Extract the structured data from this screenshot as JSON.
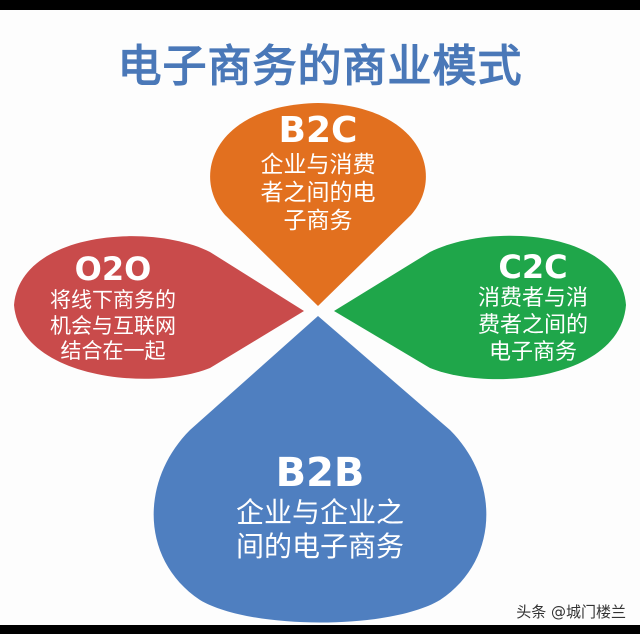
{
  "title": "电子商务的商业模式",
  "colors": {
    "title": "#4a78b8",
    "b2c": "#e2701f",
    "o2o": "#c94b4b",
    "c2c": "#1fa64a",
    "b2b": "#4f7fc0"
  },
  "models": {
    "b2c": {
      "code": "B2C",
      "line1": "企业与消费",
      "line2": "者之间的电",
      "line3": "子商务"
    },
    "o2o": {
      "code": "O2O",
      "line1": "将线下商务的",
      "line2": "机会与互联网",
      "line3": "结合在一起"
    },
    "c2c": {
      "code": "C2C",
      "line1": "消费者与消",
      "line2": "费者之间的",
      "line3": "电子商务"
    },
    "b2b": {
      "code": "B2B",
      "line1": "企业与企业之",
      "line2": "间的电子商务"
    }
  },
  "watermark": "头条 @城门楼兰"
}
